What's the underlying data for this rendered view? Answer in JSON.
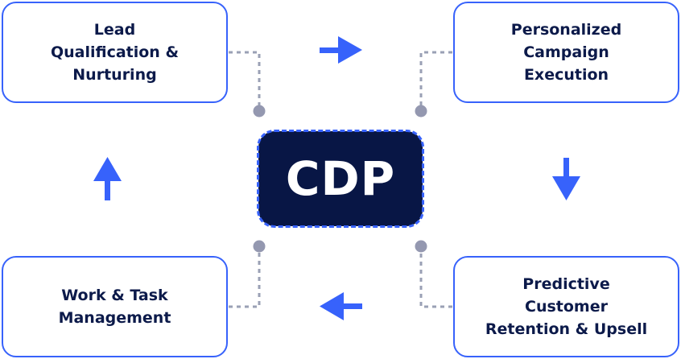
{
  "center": {
    "label": "CDP"
  },
  "stages": {
    "top_left": "Lead\nQualification &\nNurturing",
    "top_right": "Personalized\nCampaign\nExecution",
    "bottom_right": "Predictive\nCustomer\nRetention & Upsell",
    "bottom_left": "Work & Task\nManagement"
  },
  "colors": {
    "accent": "#3762fb",
    "navy": "#081645",
    "connector": "#9498b0"
  }
}
